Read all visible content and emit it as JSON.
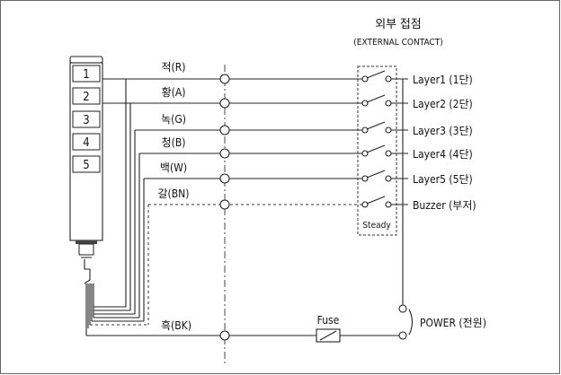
{
  "header": {
    "title_kr": "외부 접점",
    "title_en": "(EXTERNAL CONTACT)"
  },
  "tower": {
    "tiers": [
      "1",
      "2",
      "3",
      "4",
      "5"
    ]
  },
  "wires": [
    {
      "label": "적(R)",
      "layer": "Layer1  (1단)"
    },
    {
      "label": "황(A)",
      "layer": "Layer2  (2단)"
    },
    {
      "label": "녹(G)",
      "layer": "Layer3  (3단)"
    },
    {
      "label": "청(B)",
      "layer": "Layer4  (4단)"
    },
    {
      "label": "백(W)",
      "layer": "Layer5  (5단)"
    },
    {
      "label": "갈(BN)",
      "layer": "Buzzer (부저)"
    }
  ],
  "steady_label": "Steady",
  "common": {
    "label": "흑(BK)",
    "fuse": "Fuse",
    "power": "POWER (전원)"
  }
}
